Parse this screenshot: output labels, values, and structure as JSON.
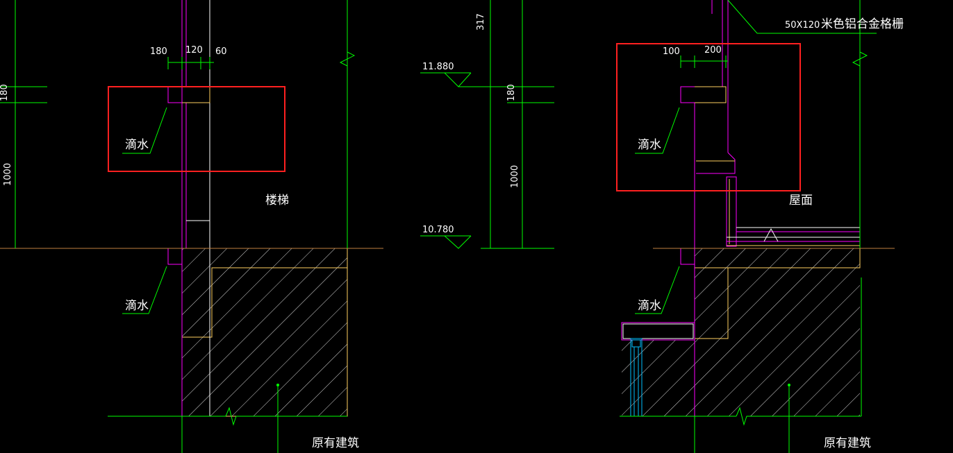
{
  "left_detail": {
    "dims": {
      "d1": "180",
      "d2": "120",
      "d3": "60",
      "v1": "180",
      "v2": "1000"
    },
    "labels": {
      "drip_top": "滴水",
      "drip_bottom": "滴水",
      "stair": "楼梯",
      "existing": "原有建筑"
    }
  },
  "right_detail": {
    "dims": {
      "d1": "100",
      "d2": "200",
      "v0": "317",
      "v1": "180",
      "v2": "1000"
    },
    "elevations": {
      "upper": "11.880",
      "lower": "10.780"
    },
    "labels": {
      "grille": "50X120",
      "grille_note": "米色铝合金格栅",
      "drip_top": "滴水",
      "drip_bottom": "滴水",
      "roof": "屋面",
      "existing": "原有建筑"
    }
  },
  "colors": {
    "background": "#000000",
    "wall": "#ff00ff",
    "dimension": "#00ff00",
    "highlight": "#ff2020",
    "floor_line": "#c08040",
    "text": "#ffffff",
    "hatch": "#d8d8d8",
    "fill_yellow": "#ffd060",
    "cyan": "#00c0ff"
  }
}
